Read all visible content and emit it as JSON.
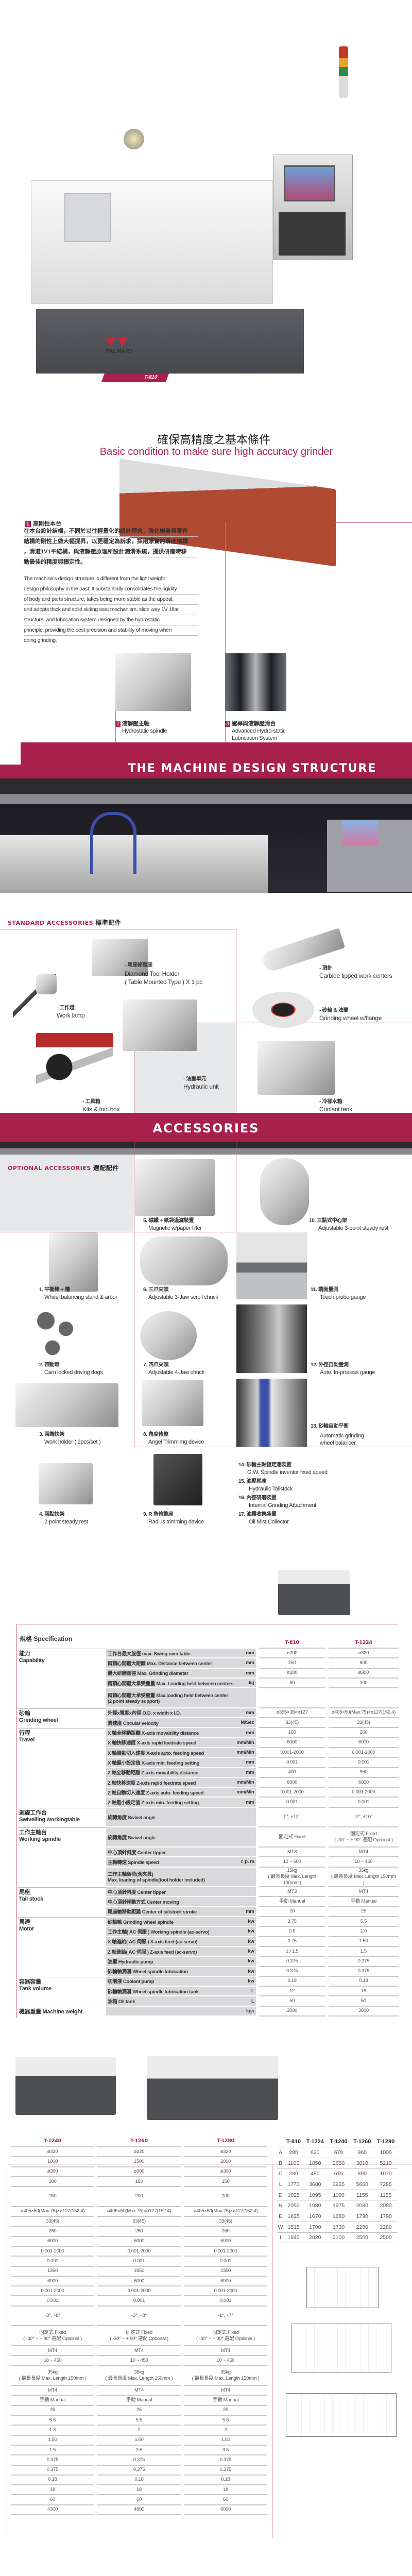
{
  "hero": {
    "brand": "PALMARY",
    "model": "T-810"
  },
  "intro": {
    "title_cn": "確保高精度之基本條件",
    "title_en": "Basic condition to make sure high accuracy grinder",
    "item1": {
      "num": "1",
      "title": "高剛性本台",
      "para_cn": [
        "在本台設計結構，不同於以往輕量化的設計理念，強化機身與零件",
        "結構的剛性上做大幅提昇，以更穩定為訴求，採用厚實的滑座機構",
        "，滑道1V1平結構，與液靜壓原理所設計潤滑系統，提供研磨時移",
        "動最佳的精度與穩定性。"
      ],
      "para_en": [
        "The machine's design structure is different from the light weight",
        "design philosophy in the past; it substantially consolidates the rigidity",
        "of body and parts structure, takes being more stable as the appeal,",
        "and adopts thick and solid sliding seat mechanism, slide way 1V 1flat",
        "structure, and lubrication system designed by the hydrostatic",
        "principle, providing the best precision and stability of moving when",
        "doing grinding."
      ]
    },
    "item2": {
      "num": "2",
      "cn": "液靜壓主軸",
      "en": "Hydrostatic spindle"
    },
    "item3": {
      "num": "3",
      "cn": "螺桿與液靜壓滑台",
      "en": "Advanced Hydro-static Lubrication System"
    }
  },
  "banner_design": "THE MACHINE DESIGN STRUCTURE",
  "standard": {
    "heading_en": "STANDARD ACCESSORIES",
    "heading_cn": "標準配件",
    "items": [
      {
        "cn": "- 尾座修整座",
        "en": "Diamond Tool Holder",
        "en2": "( Table Mounted Type ) X 1 pc"
      },
      {
        "cn": "- 頂針",
        "en": "Carbide tipped work centers"
      },
      {
        "cn": "- 工作燈",
        "en": "Work lamp"
      },
      {
        "cn": "- 砂輪 & 法蘭",
        "en": "Grinding wheel w/flange"
      },
      {
        "cn": "- 油壓單元",
        "en": "Hydraulic unit"
      },
      {
        "cn": "- 工具箱",
        "en": "Kits & tool box"
      },
      {
        "cn": "- 冷卻水箱",
        "en": "Coolant tank"
      }
    ]
  },
  "banner_accessories": "ACCESSORIES",
  "optional": {
    "heading_en": "OPTIONAL ACCESSORIES",
    "heading_cn": "選配配件",
    "items": [
      {
        "cn": "1. 平衡棒 + 檯",
        "en": "Wheel balancing stand & arbor"
      },
      {
        "cn": "2. 帶動環",
        "en": "Cam locked driving dogs"
      },
      {
        "cn": "3. 兩端扶架",
        "en": "Work holder ( 2pcs/set )"
      },
      {
        "cn": "4. 兩點扶架",
        "en": "2-point steady rest"
      },
      {
        "cn": "5. 磁鐵 + 紙袋過濾裝置",
        "en": "Magnetic w/paper filter"
      },
      {
        "cn": "6. 三爪夾頭",
        "en": "Adjustable 3-Jaw scroll chuck"
      },
      {
        "cn": "7. 四爪夾頭",
        "en": "Adjustable 4-Jaw chuck"
      },
      {
        "cn": "8. 角度修整",
        "en": "Angel Trimmimg device"
      },
      {
        "cn": "9. R 角修整座",
        "en": "Radius trimming device"
      },
      {
        "cn": "10. 三點式中心架",
        "en": "Adjustable 3-point steady rest"
      },
      {
        "cn": "11. 端面量測",
        "en": "Touch probe gauge"
      },
      {
        "cn": "12. 外徑自動量測",
        "en": "Auto. In-process gauge"
      },
      {
        "cn": "13. 砂輪自動平衡",
        "en": "Automatic grinding wheel balancer"
      }
    ],
    "list": [
      {
        "cn": "14. 砂輪主軸恆定速裝置",
        "en": "G.W. Spindle inventor fixed speed"
      },
      {
        "cn": "15. 油壓尾座",
        "en": "Hydraulic Tailstock"
      },
      {
        "cn": "16. 內徑研磨裝置",
        "en": "Internal Grinding Attachment"
      },
      {
        "cn": "17. 油霧收集裝置",
        "en": "Oil Mist Collector"
      }
    ]
  },
  "spec": {
    "title": "規格 Specification",
    "models": [
      "T-810",
      "T-1224",
      "T-1240",
      "T-1260",
      "T-1280"
    ],
    "groups": [
      {
        "cn": "能力",
        "en": "Capability",
        "rows": [
          {
            "d": "工作台最大旋徑 max. Swing over table.",
            "u": "mm",
            "v": [
              "ø200",
              "ø320",
              "ø320",
              "ø320",
              "ø320"
            ]
          },
          {
            "d": "兩頂心間最大距離 Max. Distance between center",
            "u": "mm",
            "v": [
              "250",
              "600",
              "1000",
              "1500",
              "2000"
            ]
          },
          {
            "d": "最大研磨直徑 Max. Grinding diameter",
            "u": "mm",
            "v": [
              "ø180",
              "ø300",
              "ø300",
              "ø300",
              "ø300"
            ]
          },
          {
            "d": "兩頂心間最大承受重量 Max. Loading held between centers",
            "u": "kg",
            "v": [
              "60",
              "100",
              "100",
              "150",
              "150"
            ]
          },
          {
            "d": "兩頂心間最大承受重量 Max.loading held between center",
            "d2": "(2 point steady support)",
            "u": "",
            "v": [
              "",
              "",
              "150",
              "200",
              "200"
            ]
          }
        ]
      },
      {
        "cn": "砂輪",
        "en": "Grinding wheel",
        "rows": [
          {
            "d": "外徑x寬度x內徑 O.D. x width x I.D.",
            "u": "mm",
            "v": [
              "ø355×38×ø127",
              "ø405×50(Max:75)×ø127(152.4)",
              "ø405×50(Max:75)×ø127(152.4)",
              "ø405×50(Max:75)×ø127(152.4)",
              "ø405×50(Max:75)×ø127(152.4)"
            ]
          },
          {
            "d": "週速度 Circular velocity",
            "u": "M/Sec",
            "v": [
              "33(45)",
              "33(45)",
              "33(45)",
              "33(45)",
              "33(45)"
            ]
          }
        ]
      },
      {
        "cn": "行程",
        "en": "Travel",
        "rows": [
          {
            "d": "X 軸全移動距離 X-axis movability distance",
            "u": "mm",
            "v": [
              "160",
              "260",
              "260",
              "260",
              "260"
            ]
          },
          {
            "d": "X 軸快移速度 X-axis rapid feedrate speed",
            "u": "mm/Min",
            "v": [
              "6000",
              "6000",
              "6000",
              "6000",
              "6000"
            ]
          },
          {
            "d": "X 軸自動切入速度 X-axis auto. feeding speed",
            "u": "mm/Min",
            "v": [
              "0.001-2000",
              "0.001-2000",
              "0.001-2000",
              "0.001-2000",
              "0.001-2000"
            ]
          },
          {
            "d": "X 軸最小設定值 X-axis min. feeding setting",
            "u": "mm",
            "v": [
              "0.001",
              "0.001",
              "0.001",
              "0.001",
              "0.001"
            ]
          },
          {
            "d": "Z 軸全移動距離 Z-axis movability distance",
            "u": "mm",
            "v": [
              "400",
              "950",
              "1350",
              "1850",
              "2350"
            ]
          },
          {
            "d": "Z 軸快移速度 Z-axis rapid feedrate speed",
            "u": "mm/Min",
            "v": [
              "6000",
              "6000",
              "6000",
              "6000",
              "6000"
            ]
          },
          {
            "d": "Z 軸自動切入速度 Z-axis auto. feeding speed",
            "u": "mm/Min",
            "v": [
              "0.001-2000",
              "0.001-2000",
              "0.001-2000",
              "0.001-2000",
              "0.001-2000"
            ]
          },
          {
            "d": "Z 軸最小設定值 Z-axis min. feeding setting",
            "u": "mm",
            "v": [
              "0.001",
              "0.001",
              "0.001",
              "0.001",
              "0.001"
            ]
          }
        ]
      },
      {
        "cn": "迴旋工作台",
        "en": "Swivelling workingtable",
        "rows": [
          {
            "d": "旋轉角度 Swivel angle",
            "u": "",
            "v": [
              "0°, +12°",
              "-2°, +10°",
              "-3°, +8°",
              "-3°, +8°",
              "-1°, +7°"
            ]
          }
        ]
      },
      {
        "cn": "工作主軸台",
        "en": "Working spindle",
        "rows": [
          {
            "d": "旋轉角度 Swivel angle",
            "u": "",
            "v": [
              "固定式 Fixed",
              "固定式 Fixed\n( -30° ~ + 90° 選配 Optional )",
              "固定式 Fixed\n( -30° ~ + 90° 選配 Optional )",
              "固定式 Fixed\n( -30° ~ + 90° 選配 Optional )",
              "固定式 Fixed\n( -30° ~ + 90° 選配 Optional )"
            ]
          },
          {
            "d": "中心頂針斜度 Center tipper",
            "u": "",
            "v": [
              "MT3",
              "MT4",
              "MT4",
              "MT4",
              "MT4"
            ]
          },
          {
            "d": "主軸轉速 Spindle speed",
            "u": "r. p. m",
            "v": [
              "10 ~ 600",
              "10 ~ 450",
              "10 ~ 450",
              "10 ~ 450",
              "10 ~ 450"
            ]
          },
          {
            "d": "工作主軸負荷(含夾具)",
            "d2": "Max. loading of spindle(tool holder included)",
            "u": "",
            "v": [
              "15kg\n( 最長長度 Max. Length 100mm )",
              "35kg\n( 最長長度 Max. Length 150mm )",
              "35kg\n( 最長長度 Max. Length 150mm )",
              "35kg\n( 最長長度 Max. Length 150mm )",
              "35kg\n( 最長長度 Max. Length 150mm )"
            ]
          }
        ]
      },
      {
        "cn": "尾座",
        "en": "Tail stock",
        "rows": [
          {
            "d": "中心頂針斜度 Center tipper",
            "u": "",
            "v": [
              "MT3",
              "MT4",
              "MT4",
              "MT4",
              "MT4"
            ]
          },
          {
            "d": "中心頂針移動方式 Center moving",
            "u": "",
            "v": [
              "手動 Manual",
              "手動 Manual",
              "手動 Manual",
              "手動 Manual",
              "手動 Manual"
            ]
          },
          {
            "d": "尾座軸移動距離 Center of tailstock stroke",
            "u": "mm",
            "v": [
              "20",
              "25",
              "25",
              "25",
              "25"
            ]
          }
        ]
      },
      {
        "cn": "馬達",
        "en": "Motor",
        "rows": [
          {
            "d": "砂輪軸 Grinding wheel spindle",
            "u": "kw",
            "v": [
              "3.75",
              "5.5",
              "5.5",
              "5.5",
              "5.5"
            ]
          },
          {
            "d": "工作主軸( AC 伺服 ) Working spindle (ac-servo)",
            "u": "kw",
            "v": [
              "0.5",
              "1.0",
              "1.3",
              "2",
              "2"
            ]
          },
          {
            "d": "X 軸進給( AC 伺服 ) X-axis feed (ac-servo)",
            "u": "kw",
            "v": [
              "0.75",
              "1.50",
              "1.50",
              "1.50",
              "1.50"
            ]
          },
          {
            "d": "Z 軸進給( AC 伺服 ) Z-axis feed (ac-servo)",
            "u": "kw",
            "v": [
              "1 / 1.5",
              "1.5",
              "1.5",
              "3.5",
              "3.5"
            ]
          },
          {
            "d": "油壓 Hydraulic pump",
            "u": "kw",
            "v": [
              "0.375",
              "0.375",
              "0.375",
              "0.375",
              "0.375"
            ]
          },
          {
            "d": "砂輪軸潤滑 Wheel spindle lubrication",
            "u": "kw",
            "v": [
              "0.375",
              "0.375",
              "0.375",
              "0.375",
              "0.375"
            ]
          }
        ]
      },
      {
        "cn": "容器容量",
        "en": "Tank volume",
        "rows": [
          {
            "d": "切削液 Coolant pump",
            "u": "kw",
            "v": [
              "0.18",
              "0.18",
              "0.18",
              "0.18",
              "0.18"
            ]
          },
          {
            "d": "砂輪軸潤滑 Wheel spindle lubrication tank",
            "u": "L",
            "v": [
              "12",
              "18",
              "18",
              "18",
              "18"
            ]
          },
          {
            "d": "油箱 Oil tank",
            "u": "L",
            "v": [
              "60",
              "60",
              "60",
              "60",
              "60"
            ]
          }
        ]
      },
      {
        "cn": "機器重量 Machine weight",
        "en": "",
        "inline": true,
        "rows": [
          {
            "d": "",
            "u": "kgs",
            "v": [
              "2000",
              "3600",
              "4300",
              "4800",
              "6000"
            ]
          }
        ]
      }
    ]
  },
  "dimensions": {
    "models": [
      "T-810",
      "T-1224",
      "T-1240",
      "T-1260",
      "T-1280"
    ],
    "rows": [
      {
        "k": "A",
        "v": [
          "280",
          "620",
          "670",
          "960",
          "1005"
        ]
      },
      {
        "k": "B",
        "v": [
          "1100",
          "1850",
          "2650",
          "3810",
          "5210"
        ]
      },
      {
        "k": "C",
        "v": [
          "280",
          "480",
          "615",
          "890",
          "1070"
        ]
      },
      {
        "k": "L",
        "v": [
          "1770",
          "3680",
          "3935",
          "5660",
          "7285"
        ]
      },
      {
        "k": "D",
        "v": [
          "1025",
          "1095",
          "1100",
          "1155",
          "1155"
        ]
      },
      {
        "k": "H",
        "v": [
          "2050",
          "1980",
          "1975",
          "2080",
          "2080"
        ]
      },
      {
        "k": "E",
        "v": [
          "1635",
          "1670",
          "1680",
          "1790",
          "1790"
        ]
      },
      {
        "k": "W",
        "v": [
          "1515",
          "1700",
          "1730",
          "2280",
          "2280"
        ]
      },
      {
        "k": "I",
        "v": [
          "1940",
          "2020",
          "2100",
          "2500",
          "2500"
        ]
      }
    ]
  },
  "colors": {
    "accent": "#a8204c",
    "line": "#cf6b8e",
    "dark": "#2b2b2e"
  }
}
